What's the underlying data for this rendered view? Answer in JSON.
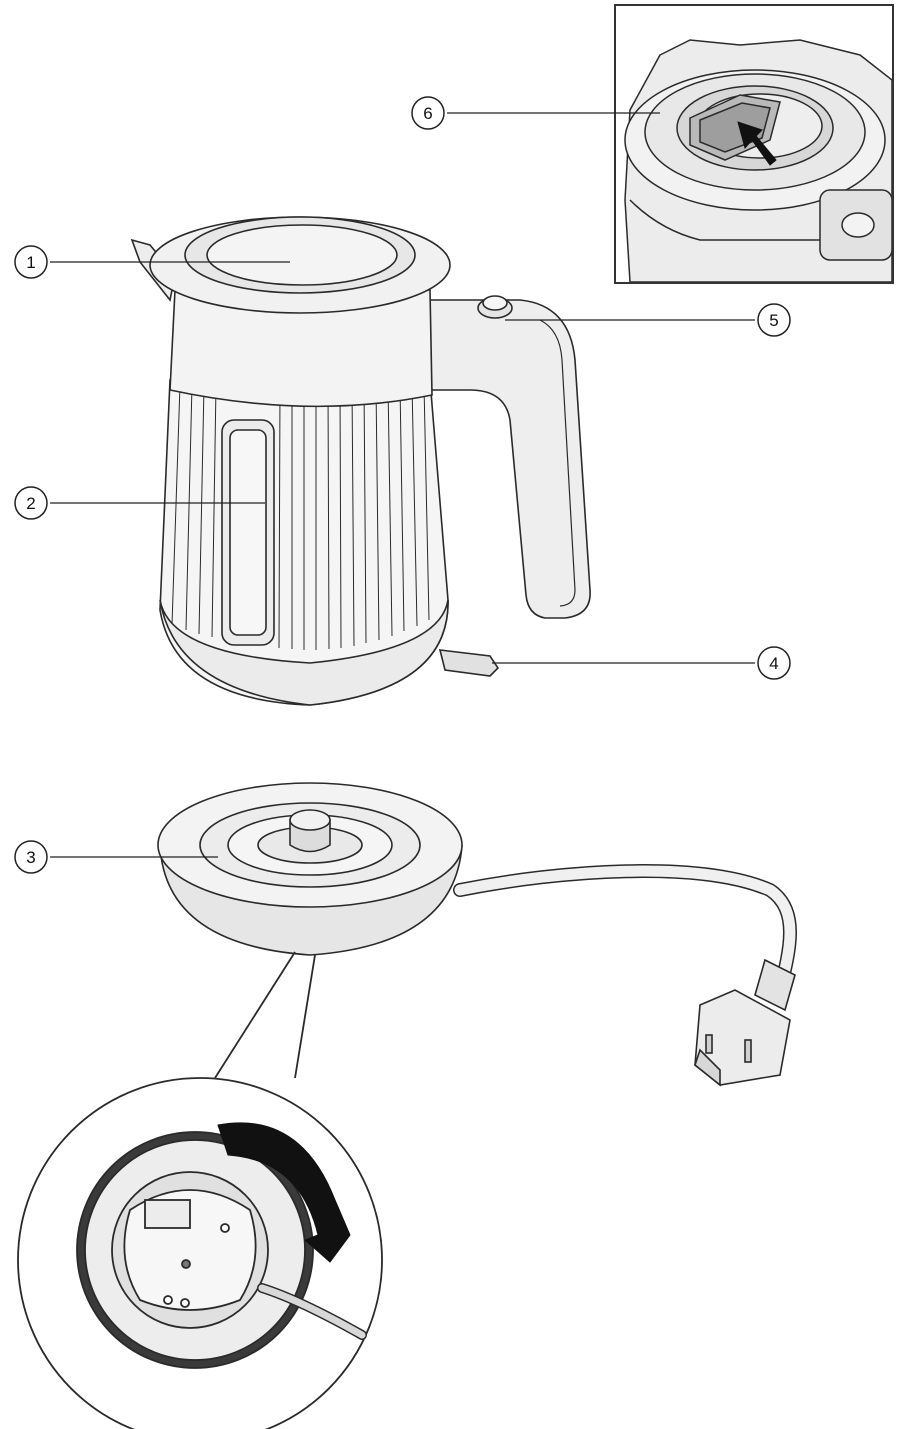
{
  "callouts": [
    {
      "id": "1",
      "label": "1"
    },
    {
      "id": "2",
      "label": "2"
    },
    {
      "id": "3",
      "label": "3"
    },
    {
      "id": "4",
      "label": "4"
    },
    {
      "id": "5",
      "label": "5"
    },
    {
      "id": "6",
      "label": "6"
    }
  ],
  "colors": {
    "line": "#2a2a2a",
    "fill_light": "#f3f3f3",
    "fill_mid": "#e4e4e4",
    "fill_dark": "#c8c8c8",
    "arrow": "#111111"
  },
  "icons": [
    "kettle",
    "power-base",
    "cord-plug",
    "filter-inset",
    "cord-storage-inset",
    "rotate-arrow"
  ]
}
